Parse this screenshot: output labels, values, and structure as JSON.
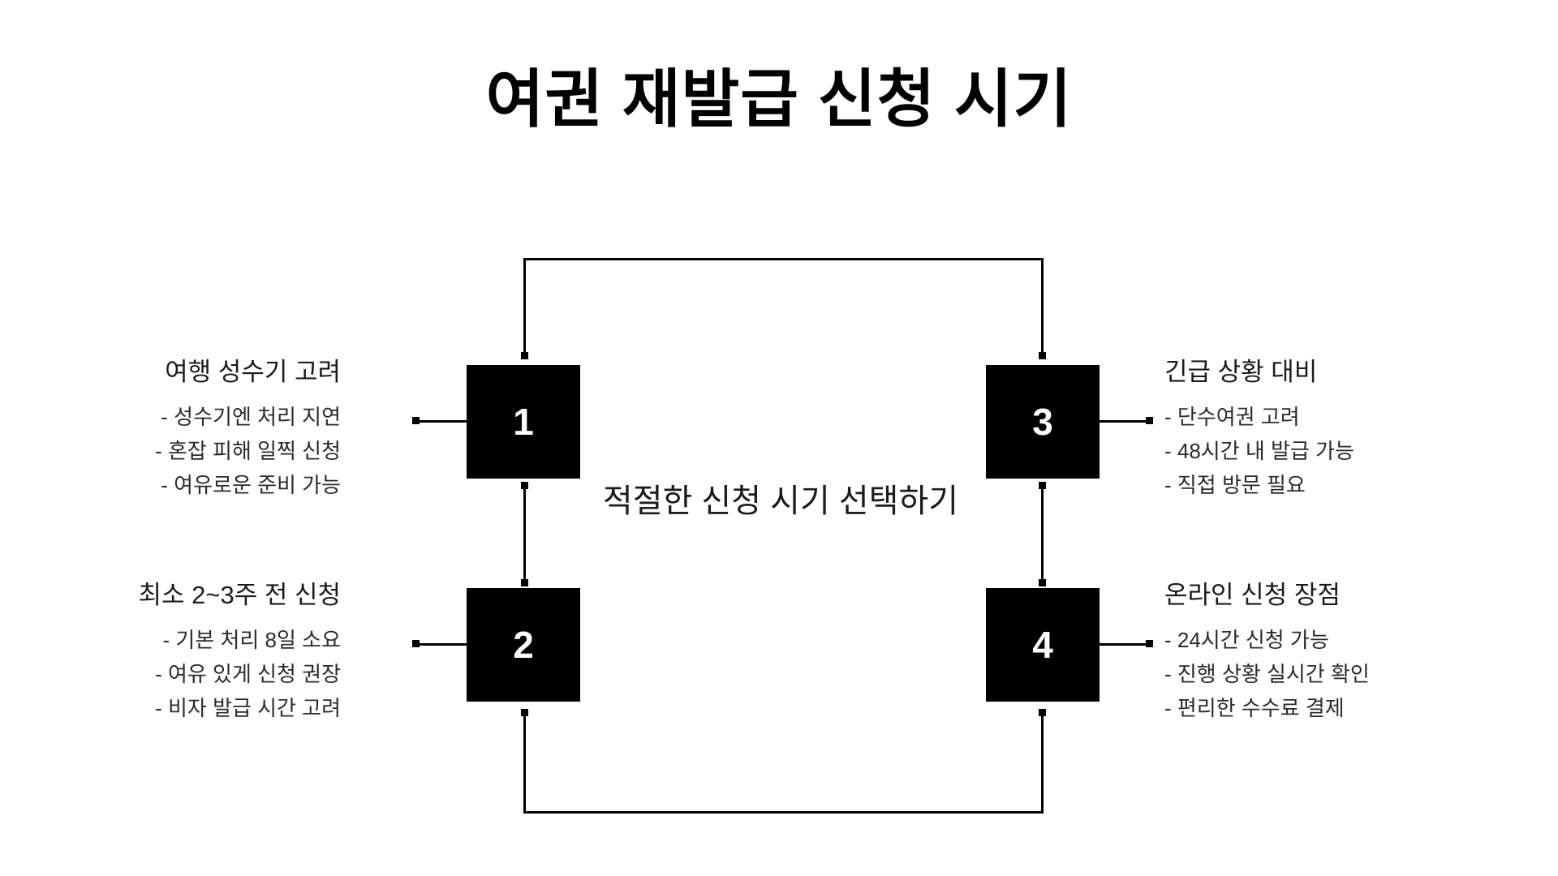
{
  "page": {
    "title": "여권 재발급 신청 시기",
    "center_label": "적절한 신청 시기 선택하기",
    "background_color": "#ffffff",
    "node_color": "#000000",
    "node_text_color": "#ffffff",
    "text_color": "#1b1b1b"
  },
  "nodes": [
    {
      "id": "1",
      "number": "1"
    },
    {
      "id": "2",
      "number": "2"
    },
    {
      "id": "3",
      "number": "3"
    },
    {
      "id": "4",
      "number": "4"
    }
  ],
  "groups": [
    {
      "node": "1",
      "side": "left",
      "heading": "여행 성수기 고려",
      "bullets": [
        "- 성수기엔 처리 지연",
        "- 혼잡 피해 일찍 신청",
        "- 여유로운 준비 가능"
      ]
    },
    {
      "node": "2",
      "side": "left",
      "heading": "최소 2~3주 전 신청",
      "bullets": [
        "- 기본 처리 8일 소요",
        "- 여유 있게 신청 권장",
        "- 비자 발급 시간 고려"
      ]
    },
    {
      "node": "3",
      "side": "right",
      "heading": "긴급 상황 대비",
      "bullets": [
        "- 단수여권 고려",
        "- 48시간 내 발급 가능",
        "- 직접 방문 필요"
      ]
    },
    {
      "node": "4",
      "side": "right",
      "heading": "온라인 신청 장점",
      "bullets": [
        "- 24시간 신청 가능",
        "- 진행 상황 실시간 확인",
        "- 편리한 수수료 결제"
      ]
    }
  ]
}
